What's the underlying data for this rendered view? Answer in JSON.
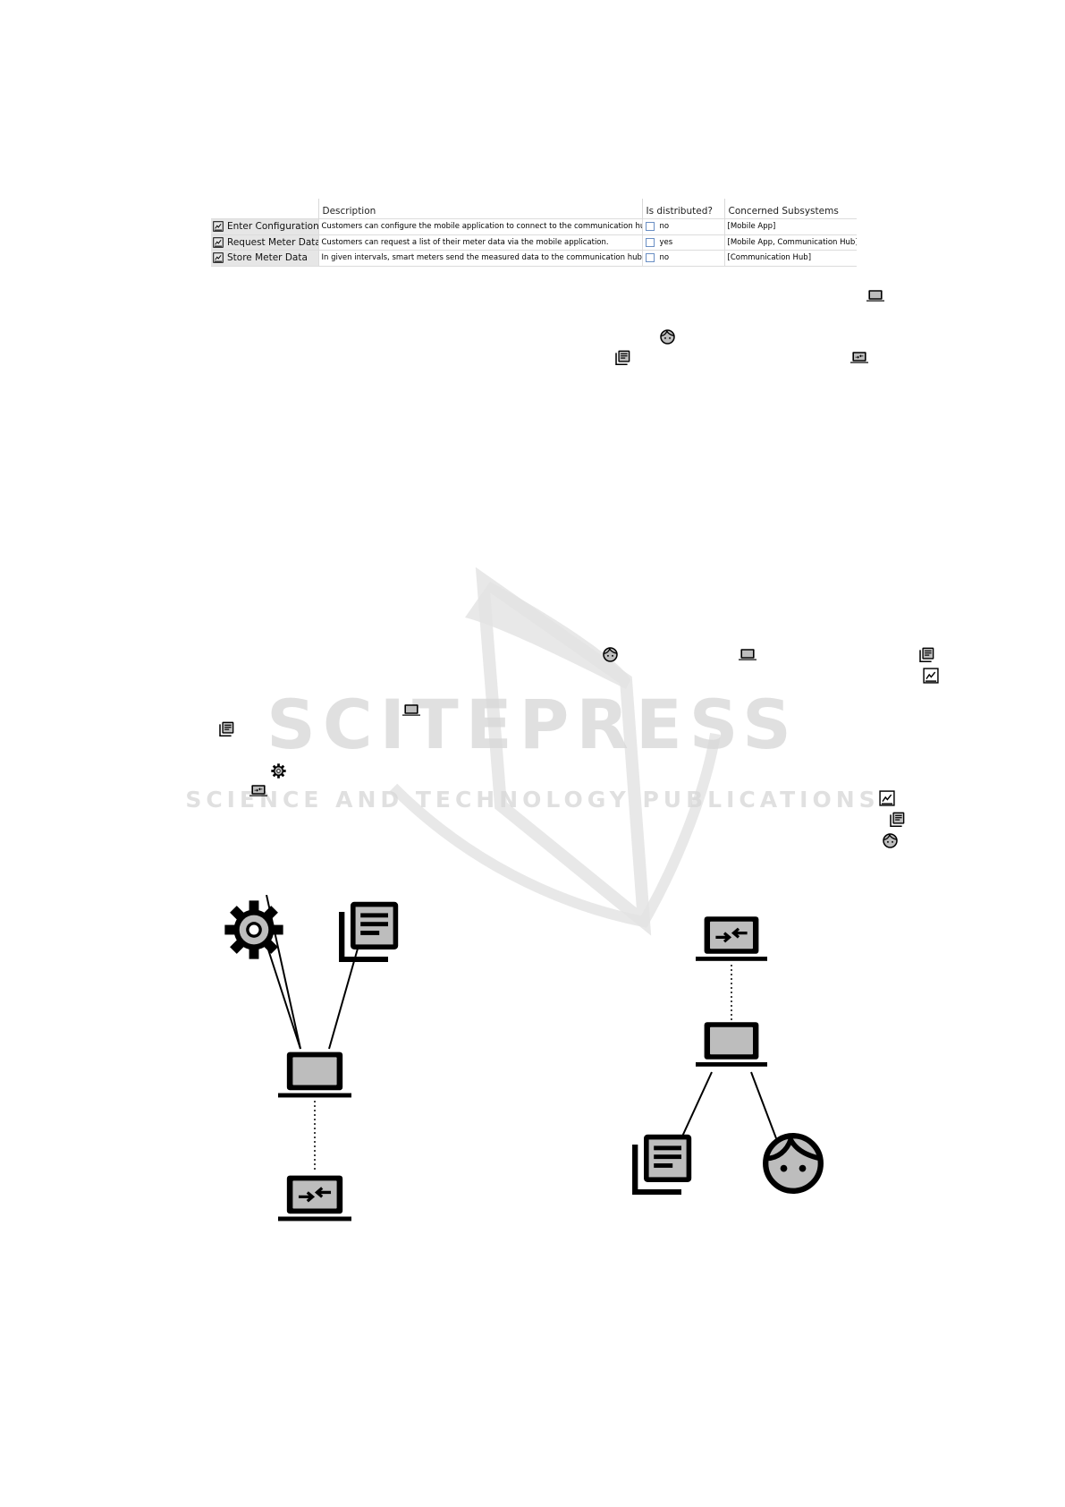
{
  "table": {
    "columns": [
      "",
      "Description",
      "Is distributed?",
      "Concerned Subsystems"
    ],
    "rows": [
      {
        "name": "Enter Configuration",
        "description": "Customers can configure the mobile application to connect to the communication hub.",
        "distributed": "no",
        "subsystems": "[Mobile App]"
      },
      {
        "name": "Request Meter Data",
        "description": "Customers can request a list of their meter data via the mobile application.",
        "distributed": "yes",
        "subsystems": "[Mobile App, Communication Hub]"
      },
      {
        "name": "Store Meter Data",
        "description": "In given intervals, smart meters send the measured data to the communication hub, wh",
        "distributed": "no",
        "subsystems": "[Communication Hub]"
      }
    ]
  },
  "watermark": {
    "title": "SCITEPRESS",
    "subtitle": "SCIENCE AND TECHNOLOGY PUBLICATIONS"
  },
  "icons": {
    "inline": [
      "laptop-icon",
      "face-icon",
      "document-icon",
      "hub-icon",
      "gear-icon",
      "edit-icon"
    ],
    "left_diagram": [
      "gear-icon",
      "document-icon",
      "laptop-icon",
      "hub-icon"
    ],
    "right_diagram": [
      "hub-icon",
      "laptop-icon",
      "document-icon",
      "face-icon"
    ]
  }
}
